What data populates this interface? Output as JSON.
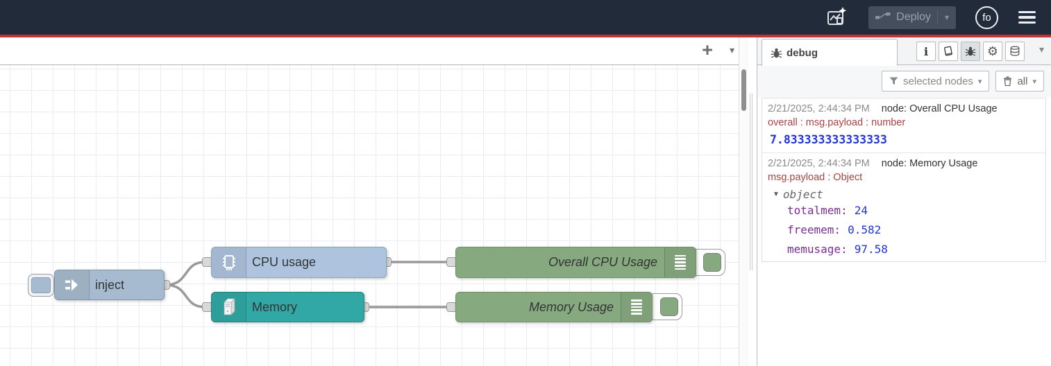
{
  "header": {
    "deploy": {
      "label": "Deploy"
    },
    "avatar": {
      "label": "fo"
    }
  },
  "canvas": {
    "nodes": {
      "inject": {
        "label": "inject"
      },
      "cpu": {
        "label": "CPU usage"
      },
      "memory": {
        "label": "Memory"
      },
      "debug_cpu": {
        "label": "Overall CPU Usage"
      },
      "debug_memory": {
        "label": "Memory Usage"
      }
    }
  },
  "sidebar": {
    "tab": {
      "label": "debug"
    },
    "filter_button": {
      "label": "selected nodes"
    },
    "clear_button": {
      "label": "all"
    },
    "messages": [
      {
        "timestamp": "2/21/2025, 2:44:34 PM",
        "node": "node: Overall CPU Usage",
        "path": "overall : msg.payload : number",
        "value": "7.833333333333333"
      },
      {
        "timestamp": "2/21/2025, 2:44:34 PM",
        "node": "node: Memory Usage",
        "path": "msg.payload : Object",
        "object_label": "object",
        "fields": [
          {
            "key": "totalmem:",
            "value": "24"
          },
          {
            "key": "freemem:",
            "value": "0.582"
          },
          {
            "key": "memusage:",
            "value": "97.58"
          }
        ]
      }
    ]
  },
  "icons": {
    "add_flow": "+",
    "caret_down": "▾",
    "tree_caret": "▼",
    "info": "i",
    "gear": "⚙"
  },
  "colors": {
    "header_bg": "#222b3a",
    "deploy_alert_line": "#c23335",
    "inject_node": "#a6bbcf",
    "cpu_node": "#aec4de",
    "memory_node": "#31a8a5",
    "debug_node": "#87a980",
    "wire": "#999999",
    "debug_number": "#2033d6",
    "debug_key": "#792e90",
    "debug_path": "#a94442"
  }
}
